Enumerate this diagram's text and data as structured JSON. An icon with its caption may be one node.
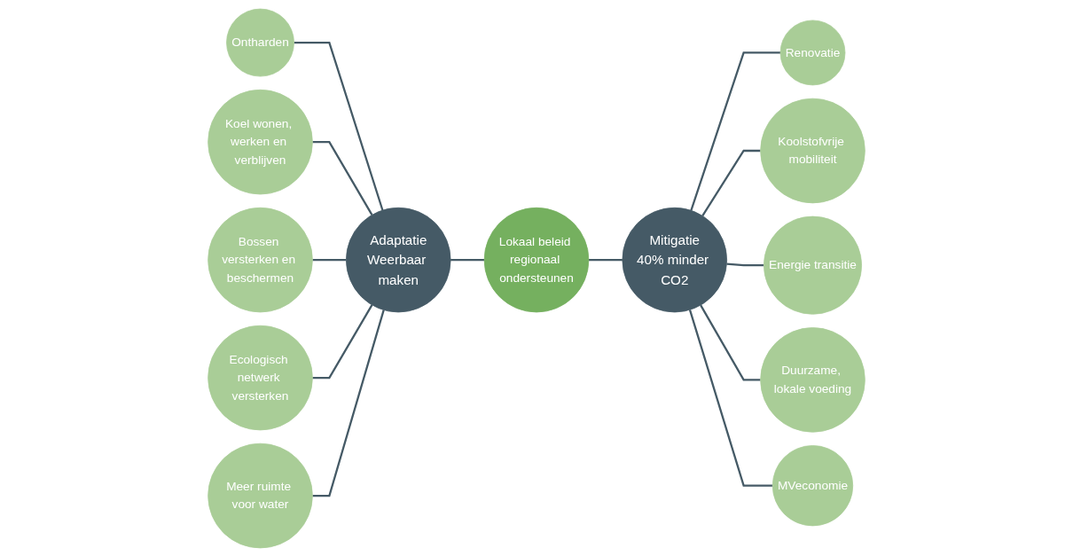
{
  "diagram": {
    "nodes": [
      {
        "text": [
          "Adaptatie",
          "Weerbaar maken"
        ]
      },
      {
        "text": [
          "Lokaal beleid regionaal ondersteunen"
        ]
      },
      {
        "text": [
          "Mitigatie",
          "40% minder CO2"
        ]
      },
      {
        "text": [
          "Ontharden"
        ]
      },
      {
        "text": [
          "Koel wonen, werken en verblijven"
        ]
      },
      {
        "text": [
          "Bossen versterken en beschermen"
        ]
      },
      {
        "text": [
          "Ecologisch netwerk versterken"
        ]
      },
      {
        "text": [
          "Meer ruimte voor water"
        ]
      },
      {
        "text": [
          "Renovatie"
        ]
      },
      {
        "text": [
          "Koolstofvrije mobiliteit"
        ]
      },
      {
        "text": [
          "Energie transitie"
        ]
      },
      {
        "text": [
          "Duurzame, lokale voeding"
        ]
      },
      {
        "text": [
          "MVeconomie"
        ]
      }
    ],
    "edges": [
      {
        "from": 3,
        "to": 0,
        "arrow": "none"
      },
      {
        "from": 4,
        "to": 0,
        "arrow": "none"
      },
      {
        "from": 5,
        "to": 0,
        "arrow": "none"
      },
      {
        "from": 6,
        "to": 0,
        "arrow": "none"
      },
      {
        "from": 7,
        "to": 0,
        "arrow": "none"
      },
      {
        "from": 0,
        "to": 1,
        "arrow": "none"
      },
      {
        "from": 1,
        "to": 2,
        "arrow": "none"
      },
      {
        "from": 2,
        "to": 8,
        "arrow": "none"
      },
      {
        "from": 2,
        "to": 9,
        "arrow": "none"
      },
      {
        "from": 2,
        "to": 10,
        "arrow": "none"
      },
      {
        "from": 2,
        "to": 11,
        "arrow": "none"
      },
      {
        "from": 2,
        "to": 12,
        "arrow": "none"
      }
    ]
  }
}
